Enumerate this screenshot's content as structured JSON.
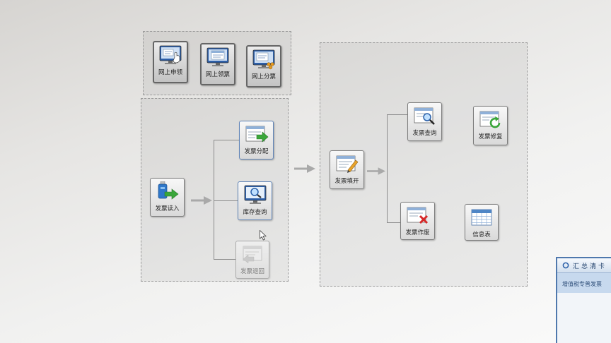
{
  "colors": {
    "panel_border": "#9a9a9a",
    "tile_border": "#7d7d7d",
    "arrow": "#a9a9a9",
    "connector": "#8c8c8c",
    "screen_blue": "#2f66b8",
    "accent_green": "#3aa63a",
    "void_red": "#d62828",
    "window_border": "#4f78ad"
  },
  "online_panel": {
    "items": [
      {
        "label": "网上申领",
        "icon": "monitor-hand-icon"
      },
      {
        "label": "网上领票",
        "icon": "monitor-document-icon"
      },
      {
        "label": "网上分票",
        "icon": "monitor-distribute-icon"
      }
    ]
  },
  "stock_panel": {
    "source": {
      "label": "发票读入",
      "icon": "usb-read-icon"
    },
    "branches": [
      {
        "label": "发票分配",
        "icon": "invoice-assign-icon"
      },
      {
        "label": "库存查询",
        "icon": "stock-search-icon"
      },
      {
        "label": "发票退回",
        "icon": "invoice-return-icon",
        "enabled": false
      }
    ]
  },
  "issue_panel": {
    "source": {
      "label": "发票填开",
      "icon": "invoice-fill-icon"
    },
    "branches": [
      {
        "label": "发票查询",
        "icon": "invoice-search-icon"
      },
      {
        "label": "发票作废",
        "icon": "invoice-void-icon"
      }
    ],
    "extras": [
      {
        "label": "发票修复",
        "icon": "invoice-repair-icon"
      },
      {
        "label": "信息表",
        "icon": "info-table-icon"
      }
    ]
  },
  "side_window": {
    "title": "汇总清卡",
    "icon": "refresh-circle-icon",
    "row_label": "增值税专普发票"
  }
}
